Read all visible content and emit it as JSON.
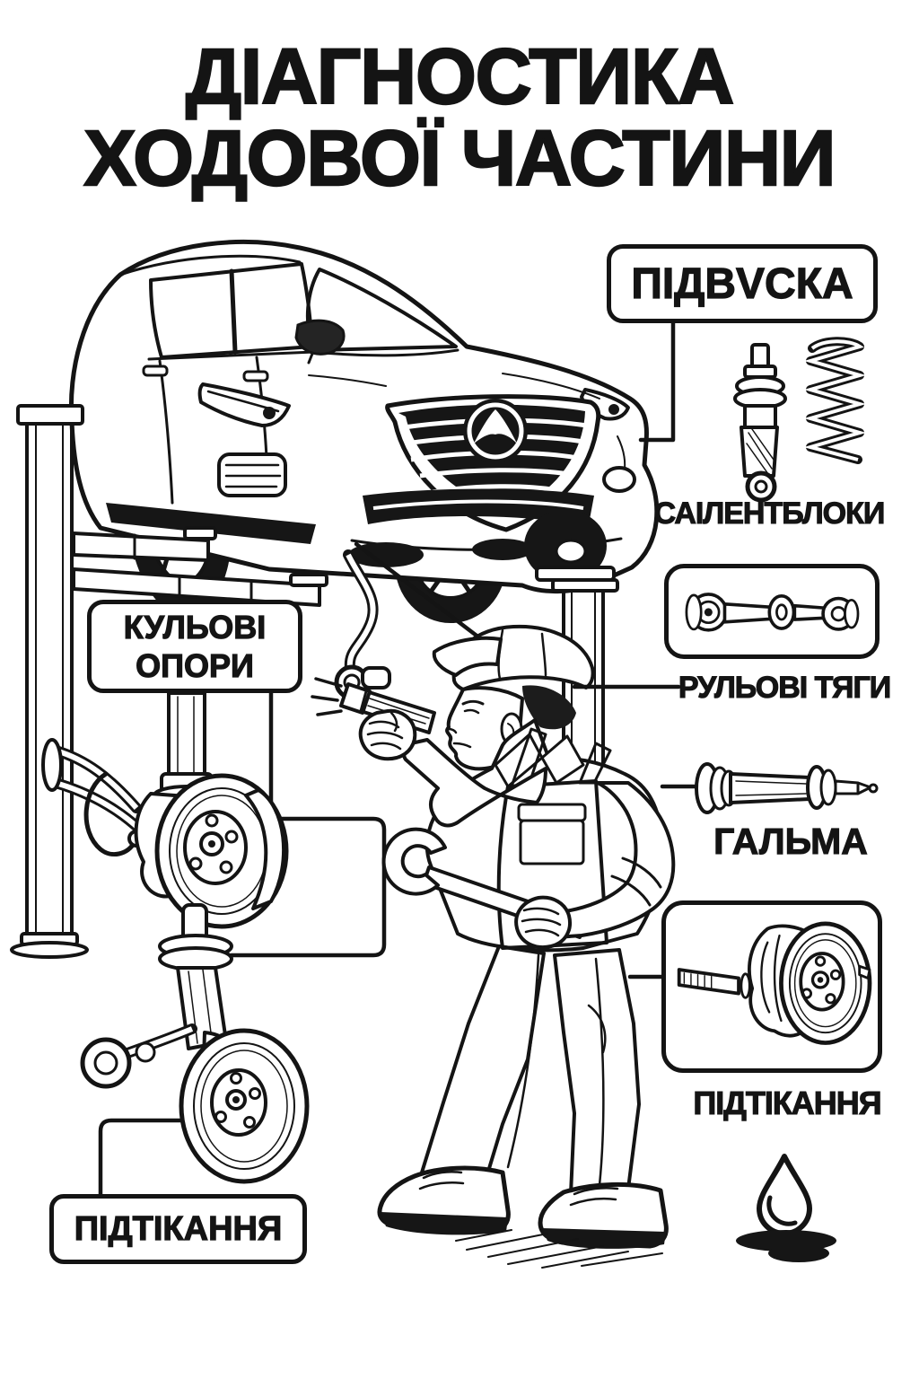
{
  "title": {
    "line1": "ДІАГНОСТИКА",
    "line2": "ХОДОВОЇ ЧАСТИНИ"
  },
  "callouts": {
    "suspension": {
      "label": "ПІДВVСКА"
    },
    "silent_blocks": {
      "label": "САІЛЕНТБЛОКИ"
    },
    "tie_rods": {
      "label": "РУЛЬОВІ ТЯГИ"
    },
    "brakes": {
      "label": "ГАЛЬМА"
    },
    "leak_right": {
      "label": "ПІДТІКАННЯ"
    },
    "ball_joints": {
      "line1": "КУЛЬОВІ",
      "line2": "ОПОРИ"
    },
    "leak_left": {
      "label": "ПІДТІКАННЯ"
    }
  },
  "colors": {
    "ink": "#141414",
    "paper": "#ffffff"
  },
  "illustrations": {
    "car": "suv-on-two-post-lift",
    "mechanic": "mechanic-with-flashlight-and-wrench",
    "parts": [
      "shock-absorber",
      "coil-spring",
      "control-arm-bushings",
      "brake-wheel-cylinder",
      "steering-knuckle-with-brake-disc",
      "strut-ball-joint-with-brake-disc",
      "wheel-hub-with-cv-axle"
    ],
    "oil_drop": "oil-drop-with-puddle"
  }
}
